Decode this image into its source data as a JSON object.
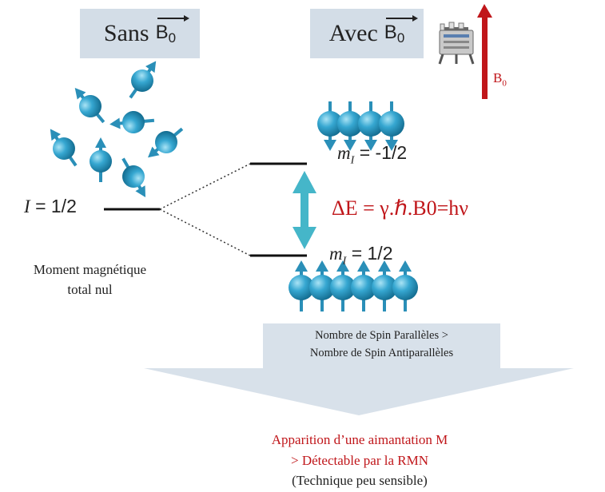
{
  "header": {
    "without_field_text": "Sans",
    "with_field_text": "Avec",
    "field_symbol": "B",
    "field_subscript": "0"
  },
  "magnet_label": {
    "symbol": "B",
    "subscript": "0"
  },
  "spin": {
    "symbol": "I",
    "value": "= 1/2",
    "caption_line1": "Moment magnétique",
    "caption_line2": "total nul"
  },
  "levels": {
    "upper": {
      "symbol": "m",
      "subscript": "I",
      "value": "= -1/2"
    },
    "lower": {
      "symbol": "m",
      "subscript": "I",
      "value": "= 1/2"
    }
  },
  "energy_equation": "ΔE = γ.ℏ.B0=hν",
  "population_note": {
    "line1": "Nombre de Spin Parallèles >",
    "line2": "Nombre de Spin Antiparallèles"
  },
  "conclusion": {
    "line1": "Apparition d’une aimantation M",
    "line2": "> Détectable par la RMN",
    "line3": "(Technique peu sensible)"
  },
  "colors": {
    "header_bg": "#d3dde7",
    "spin_sphere": "#2f9fc9",
    "spin_arrow": "#2a8fb8",
    "delta_arrow": "#45b6c9",
    "field_arrow": "#c0161a",
    "equation": "#c0161a",
    "big_arrow": "#d8e1ea"
  },
  "icons": [
    "spin-sphere-icon",
    "nmr-magnet-icon",
    "field-arrow-icon",
    "double-arrow-icon"
  ]
}
